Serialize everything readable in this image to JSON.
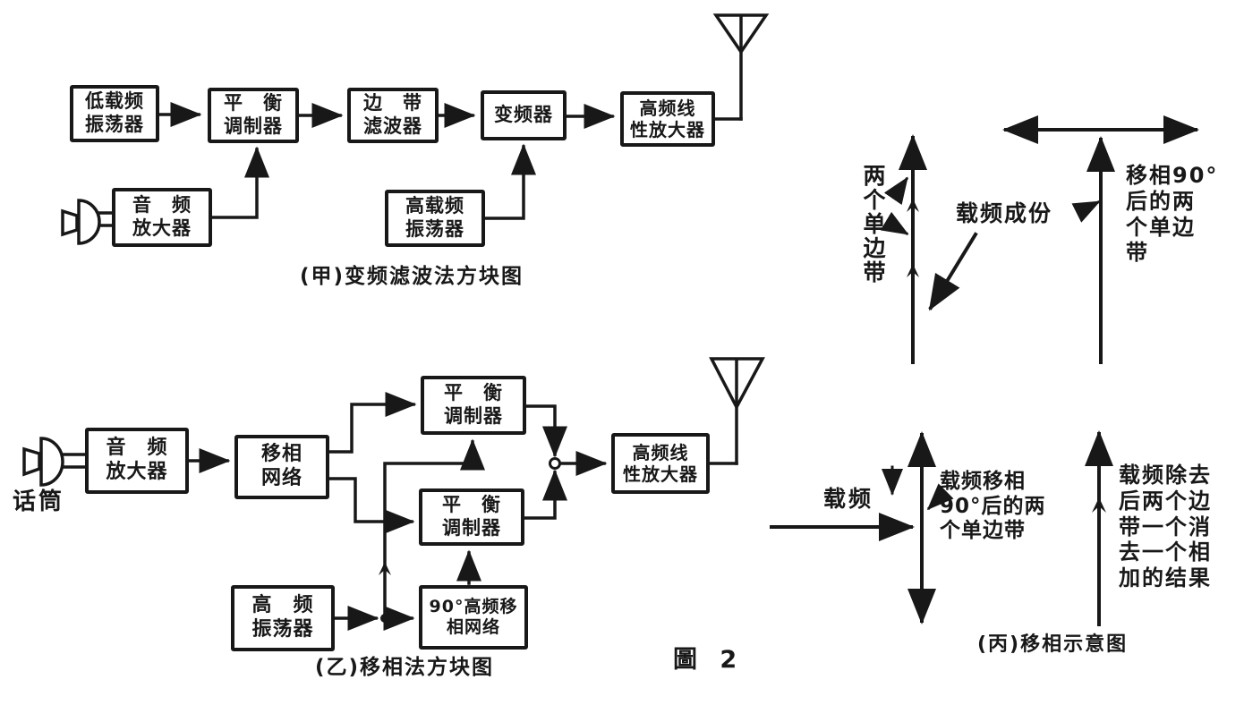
{
  "figure": {
    "number": "圖 2",
    "captions": {
      "a": "(甲)变频滤波法方块图",
      "b": "(乙)移相法方块图",
      "c": "(丙)移相示意图"
    }
  },
  "diagram_a": {
    "blocks": {
      "low_carrier_osc": "低载频\n振荡器",
      "balanced_modulator": "平　衡\n调制器",
      "sideband_filter": "边　带\n滤波器",
      "frequency_converter": "变频器",
      "hf_linear_amp": "高频线\n性放大器",
      "audio_amp": "音　频\n放大器",
      "high_carrier_osc": "高载频\n振荡器"
    }
  },
  "diagram_b": {
    "mic_label": "话筒",
    "blocks": {
      "audio_amp": "音　频\n放大器",
      "phase_shift_network": "移相\n网络",
      "balanced_modulator_top": "平　衡\n调制器",
      "balanced_modulator_bottom": "平　衡\n调制器",
      "hf_linear_amp": "高频线\n性放大器",
      "hf_osc": "高　频\n振荡器",
      "phase_shift_90": "90°高频移\n相网络"
    }
  },
  "diagram_c": {
    "labels": {
      "two_sidebands": "两个单边带",
      "carrier_component": "载频成份",
      "shifted_sidebands": "移相90°\n后的两\n个单边\n带",
      "carrier": "载频",
      "carrier_shifted_sidebands": "载频移相\n90°后的两\n个单边带",
      "result": "载频除去\n后两个边\n带一个消\n去一个相\n加的结果"
    }
  },
  "icons": {
    "antenna": "antenna-icon",
    "microphone": "microphone-icon"
  },
  "colors": {
    "ink": "#181818",
    "paper": "#ffffff"
  }
}
